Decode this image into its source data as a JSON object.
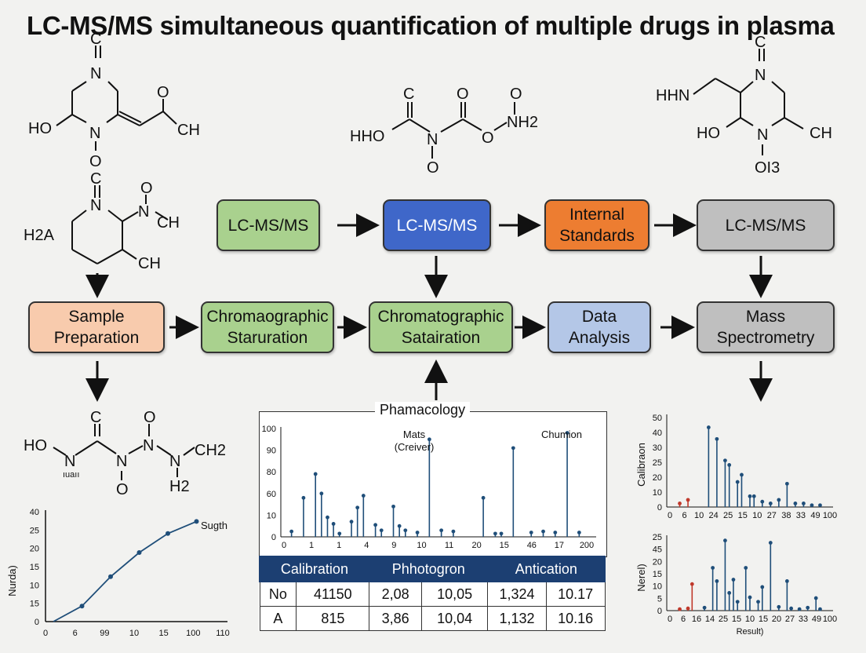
{
  "title": "LC-MS/MS simultaneous quantification of multiple drugs in plasma",
  "colors": {
    "green": "#a9d18e",
    "blue": "#3f67c9",
    "orange": "#ed7d31",
    "gray": "#bfbfbf",
    "salmon": "#f8cbad",
    "lavender": "#b4c7e7",
    "navy": "#1c3f72",
    "stem": "#1f4e79",
    "red": "#c0392b"
  },
  "molecules": {
    "m1": {
      "top_c": "C",
      "n_top": "N",
      "ho": "HO",
      "o_right": "O",
      "ch_right": "CH",
      "n_bot": "N",
      "o_bot": "O"
    },
    "m2": {
      "c_top": "C",
      "o_top": "O",
      "o_top2": "O",
      "hho": "HHO",
      "n_mid": "N",
      "o_mid": "O",
      "nh2": "NH2",
      "o_bot": "O"
    },
    "m3": {
      "c_top": "C",
      "n_top": "N",
      "hhn": "HHN",
      "ho": "HO",
      "ch": "CH",
      "n_bot": "N",
      "oi3": "OI3"
    },
    "m4": {
      "c_top": "C",
      "n_top": "N",
      "o_top": "O",
      "n_right": "N",
      "ch_right": "CH",
      "h2a": "H2A",
      "ch_bot": "CH"
    },
    "m5": {
      "c_top": "C",
      "o_top": "O",
      "ho": "HO",
      "n1": "N",
      "n2": "N",
      "n3": "N",
      "n4": "N",
      "ch2": "CH2",
      "o_bot": "O",
      "h2": "H2",
      "small": "ıuaıı"
    }
  },
  "flow": {
    "row1": [
      "LC-MS/MS",
      "LC-MS/MS",
      "Internal\nStandards",
      "LC-MS/MS"
    ],
    "row2": [
      "Sample\nPreparation",
      "Chromaographic\nStaruration",
      "Chromatographic\nSatairation",
      "Data\nAnalysis",
      "Mass\nSpectrometry"
    ]
  },
  "line_chart": {
    "type": "line",
    "ylabel": "Nurda)",
    "yticks": [
      "40",
      "25",
      "20",
      "15",
      "10",
      "15",
      "0"
    ],
    "xticks": [
      "0",
      "6",
      "99",
      "10",
      "15",
      "100",
      "110"
    ],
    "annotation": "Sugth",
    "points": [
      [
        0,
        0
      ],
      [
        1,
        4.5
      ],
      [
        2,
        13
      ],
      [
        3,
        20
      ],
      [
        4,
        25.5
      ],
      [
        5,
        29
      ]
    ]
  },
  "spectrum_main": {
    "panel_title": "Phamacology",
    "yticks": [
      "100",
      "90",
      "80",
      "60",
      "10",
      "0"
    ],
    "xticks": [
      "0",
      "1",
      "1",
      "4",
      "9",
      "10",
      "11",
      "20",
      "15",
      "46",
      "17",
      "200"
    ],
    "annotations": [
      "Mats\n(Creiver)",
      "Chumion"
    ],
    "peaks": [
      [
        1,
        5
      ],
      [
        3,
        36
      ],
      [
        5,
        58
      ],
      [
        6,
        40
      ],
      [
        7,
        18
      ],
      [
        8,
        12
      ],
      [
        9,
        3
      ],
      [
        11,
        14
      ],
      [
        12,
        27
      ],
      [
        13,
        38
      ],
      [
        15,
        11
      ],
      [
        16,
        6
      ],
      [
        18,
        28
      ],
      [
        19,
        10
      ],
      [
        20,
        6
      ],
      [
        22,
        4
      ],
      [
        24,
        90
      ],
      [
        26,
        6
      ],
      [
        28,
        5
      ],
      [
        33,
        36
      ],
      [
        35,
        3
      ],
      [
        36,
        3
      ],
      [
        38,
        82
      ],
      [
        41,
        4
      ],
      [
        43,
        5
      ],
      [
        45,
        4
      ],
      [
        47,
        96
      ],
      [
        49,
        4
      ]
    ]
  },
  "table": {
    "headers": [
      "Calibration",
      "Phhotogron",
      "Antication"
    ],
    "rows": [
      [
        "No",
        "41150",
        "2,08",
        "10,05",
        "1,324",
        "10.17"
      ],
      [
        "A",
        "815",
        "3,86",
        "10,04",
        "1,132",
        "10.16"
      ]
    ]
  },
  "spectrum_top_right": {
    "ylabel": "Calibraon",
    "yticks": [
      "50",
      "40",
      "30",
      "25",
      "20",
      "10",
      "0"
    ],
    "xticks": [
      "0",
      "6",
      "10",
      "24",
      "25",
      "15",
      "10",
      "27",
      "38",
      "33",
      "49",
      "100"
    ],
    "peaks": [
      [
        2,
        4,
        "red"
      ],
      [
        4,
        8,
        "red"
      ],
      [
        9,
        89
      ],
      [
        11,
        76
      ],
      [
        13,
        52
      ],
      [
        14,
        47
      ],
      [
        16,
        28
      ],
      [
        17,
        36
      ],
      [
        19,
        12
      ],
      [
        20,
        12
      ],
      [
        22,
        6
      ],
      [
        24,
        4
      ],
      [
        26,
        8
      ],
      [
        28,
        26
      ],
      [
        30,
        4
      ],
      [
        32,
        4
      ],
      [
        34,
        2
      ],
      [
        36,
        2
      ]
    ],
    "peak_max": 100
  },
  "spectrum_bottom_right": {
    "ylabel": "Nerel)",
    "xlabel": "Result)",
    "yticks": [
      "25",
      "45",
      "20",
      "15",
      "10",
      "5",
      "0"
    ],
    "xticks": [
      "0",
      "6",
      "16",
      "14",
      "25",
      "15",
      "10",
      "15",
      "20",
      "27",
      "33",
      "49",
      "100"
    ],
    "peaks": [
      [
        2,
        2,
        "red"
      ],
      [
        4,
        3,
        "red"
      ],
      [
        5,
        36,
        "red"
      ],
      [
        8,
        4
      ],
      [
        10,
        58
      ],
      [
        11,
        40
      ],
      [
        13,
        95
      ],
      [
        14,
        24
      ],
      [
        15,
        42
      ],
      [
        16,
        12
      ],
      [
        18,
        58
      ],
      [
        19,
        18
      ],
      [
        21,
        12
      ],
      [
        22,
        32
      ],
      [
        24,
        92
      ],
      [
        26,
        5
      ],
      [
        28,
        40
      ],
      [
        29,
        3
      ],
      [
        31,
        2
      ],
      [
        33,
        4
      ],
      [
        35,
        17
      ],
      [
        36,
        2
      ]
    ],
    "peak_max": 100
  }
}
